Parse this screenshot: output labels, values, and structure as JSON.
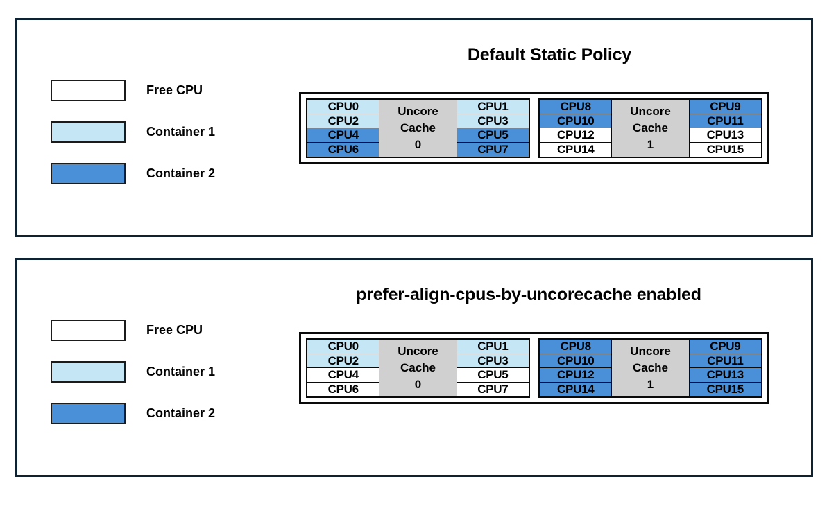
{
  "colors": {
    "free": "#ffffff",
    "container1": "#c5e6f5",
    "container2": "#4a90d9",
    "cache": "#d0d0d0",
    "panel_border": "#0d2333",
    "box_border": "#0a0a0a"
  },
  "panels": [
    {
      "title": "Default Static Policy",
      "legend": [
        {
          "label": "Free CPU",
          "color": "#ffffff"
        },
        {
          "label": "Container 1",
          "color": "#c5e6f5"
        },
        {
          "label": "Container 2",
          "color": "#4a90d9"
        }
      ],
      "caches": [
        {
          "name": "Uncore Cache 0",
          "line1": "Uncore",
          "line2": "Cache",
          "line3": "0",
          "left_column": [
            {
              "label": "CPU0",
              "color": "#c5e6f5",
              "owner": "Container 1"
            },
            {
              "label": "CPU2",
              "color": "#c5e6f5",
              "owner": "Container 1"
            },
            {
              "label": "CPU4",
              "color": "#4a90d9",
              "owner": "Container 2"
            },
            {
              "label": "CPU6",
              "color": "#4a90d9",
              "owner": "Container 2"
            }
          ],
          "right_column": [
            {
              "label": "CPU1",
              "color": "#c5e6f5",
              "owner": "Container 1"
            },
            {
              "label": "CPU3",
              "color": "#c5e6f5",
              "owner": "Container 1"
            },
            {
              "label": "CPU5",
              "color": "#4a90d9",
              "owner": "Container 2"
            },
            {
              "label": "CPU7",
              "color": "#4a90d9",
              "owner": "Container 2"
            }
          ]
        },
        {
          "name": "Uncore Cache 1",
          "line1": "Uncore",
          "line2": "Cache",
          "line3": "1",
          "left_column": [
            {
              "label": "CPU8",
              "color": "#4a90d9",
              "owner": "Container 2"
            },
            {
              "label": "CPU10",
              "color": "#4a90d9",
              "owner": "Container 2"
            },
            {
              "label": "CPU12",
              "color": "#ffffff",
              "owner": "Free CPU"
            },
            {
              "label": "CPU14",
              "color": "#ffffff",
              "owner": "Free CPU"
            }
          ],
          "right_column": [
            {
              "label": "CPU9",
              "color": "#4a90d9",
              "owner": "Container 2"
            },
            {
              "label": "CPU11",
              "color": "#4a90d9",
              "owner": "Container 2"
            },
            {
              "label": "CPU13",
              "color": "#ffffff",
              "owner": "Free CPU"
            },
            {
              "label": "CPU15",
              "color": "#ffffff",
              "owner": "Free CPU"
            }
          ]
        }
      ]
    },
    {
      "title": "prefer-align-cpus-by-uncorecache enabled",
      "legend": [
        {
          "label": "Free CPU",
          "color": "#ffffff"
        },
        {
          "label": "Container 1",
          "color": "#c5e6f5"
        },
        {
          "label": "Container 2",
          "color": "#4a90d9"
        }
      ],
      "caches": [
        {
          "name": "Uncore Cache 0",
          "line1": "Uncore",
          "line2": "Cache",
          "line3": "0",
          "left_column": [
            {
              "label": "CPU0",
              "color": "#c5e6f5",
              "owner": "Container 1"
            },
            {
              "label": "CPU2",
              "color": "#c5e6f5",
              "owner": "Container 1"
            },
            {
              "label": "CPU4",
              "color": "#ffffff",
              "owner": "Free CPU"
            },
            {
              "label": "CPU6",
              "color": "#ffffff",
              "owner": "Free CPU"
            }
          ],
          "right_column": [
            {
              "label": "CPU1",
              "color": "#c5e6f5",
              "owner": "Container 1"
            },
            {
              "label": "CPU3",
              "color": "#c5e6f5",
              "owner": "Container 1"
            },
            {
              "label": "CPU5",
              "color": "#ffffff",
              "owner": "Free CPU"
            },
            {
              "label": "CPU7",
              "color": "#ffffff",
              "owner": "Free CPU"
            }
          ]
        },
        {
          "name": "Uncore Cache 1",
          "line1": "Uncore",
          "line2": "Cache",
          "line3": "1",
          "left_column": [
            {
              "label": "CPU8",
              "color": "#4a90d9",
              "owner": "Container 2"
            },
            {
              "label": "CPU10",
              "color": "#4a90d9",
              "owner": "Container 2"
            },
            {
              "label": "CPU12",
              "color": "#4a90d9",
              "owner": "Container 2"
            },
            {
              "label": "CPU14",
              "color": "#4a90d9",
              "owner": "Container 2"
            }
          ],
          "right_column": [
            {
              "label": "CPU9",
              "color": "#4a90d9",
              "owner": "Container 2"
            },
            {
              "label": "CPU11",
              "color": "#4a90d9",
              "owner": "Container 2"
            },
            {
              "label": "CPU13",
              "color": "#4a90d9",
              "owner": "Container 2"
            },
            {
              "label": "CPU15",
              "color": "#4a90d9",
              "owner": "Container 2"
            }
          ]
        }
      ]
    }
  ]
}
